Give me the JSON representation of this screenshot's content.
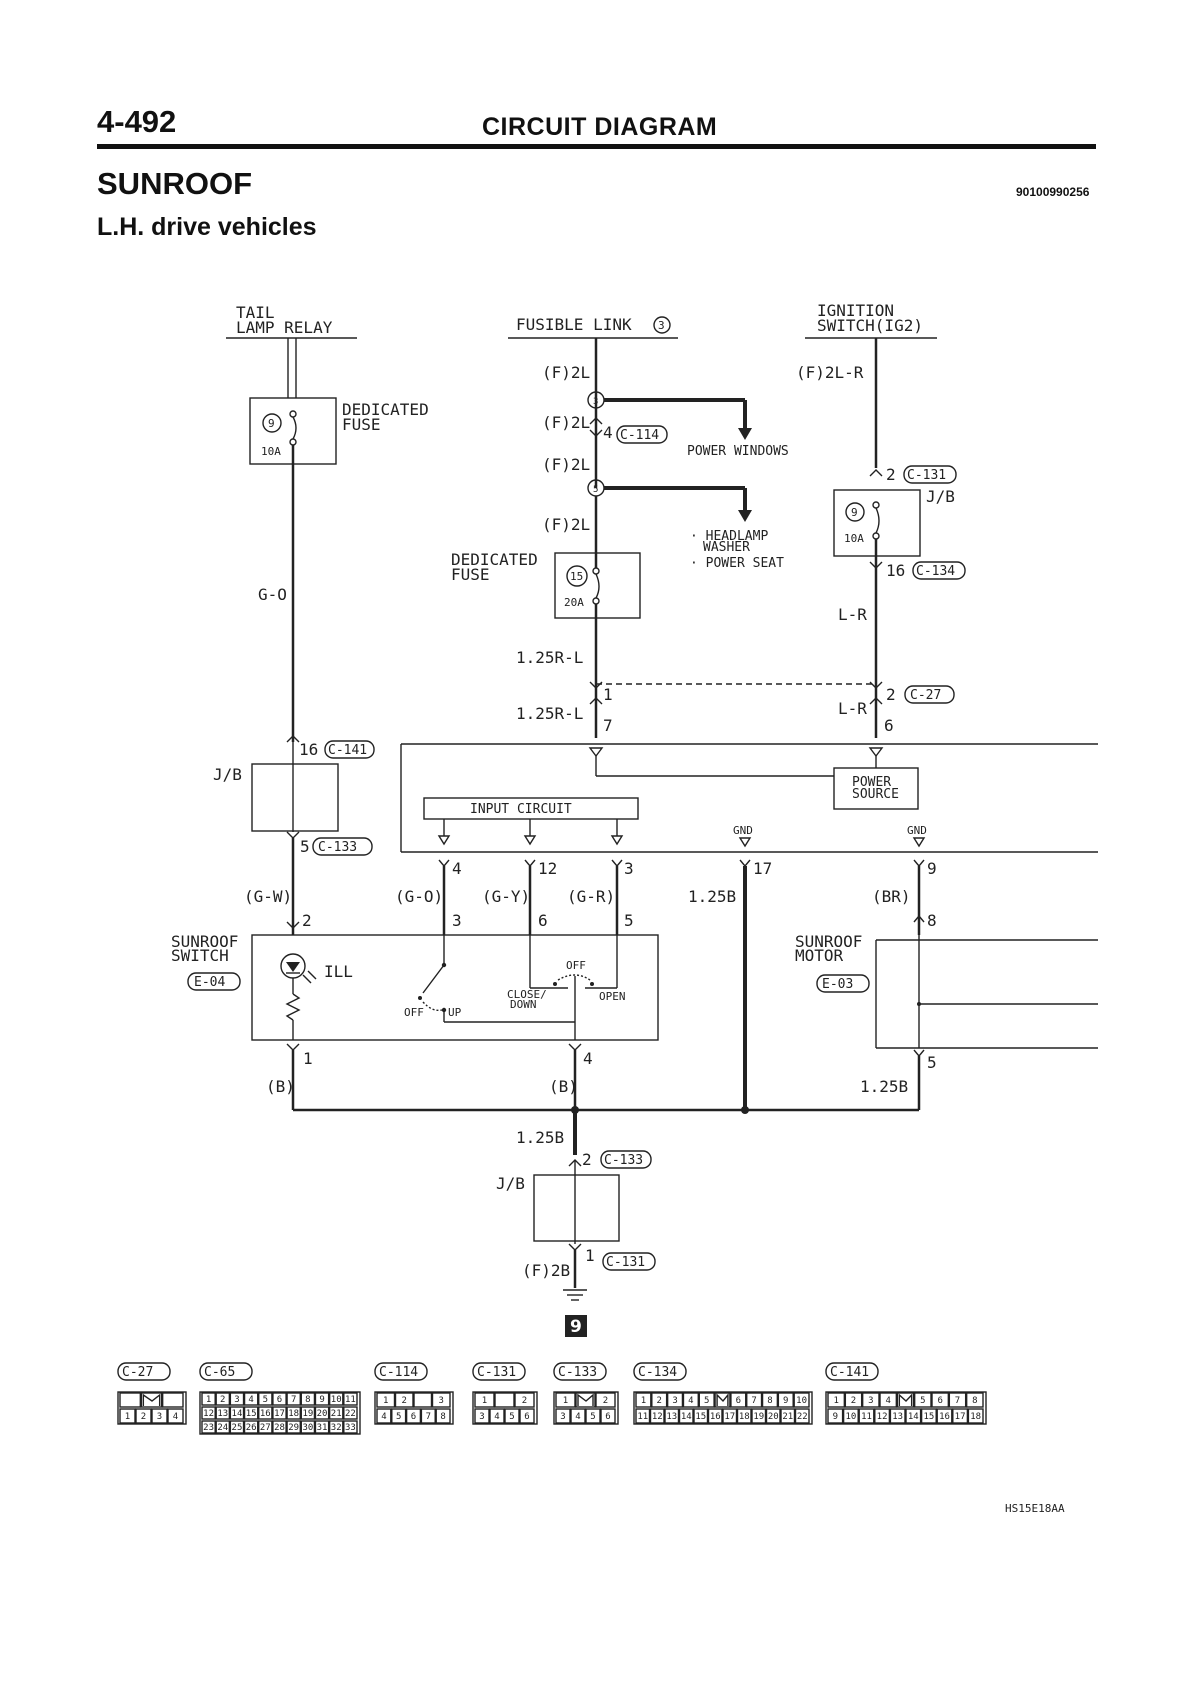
{
  "header": {
    "page_number": "4-492",
    "title": "CIRCUIT DIAGRAM"
  },
  "section": {
    "title": "SUNROOF",
    "code": "90100990256",
    "subtitle": "L.H. drive vehicles"
  },
  "sources": {
    "tail_lamp_relay_1": "TAIL",
    "tail_lamp_relay_2": "LAMP RELAY",
    "fusible_link": "FUSIBLE LINK",
    "fusible_link_no": "3",
    "ignition_1": "IGNITION",
    "ignition_2": "SWITCH(IG2)"
  },
  "fuses": {
    "left_label_1": "DEDICATED",
    "left_label_2": "FUSE",
    "left_no": "9",
    "left_amp": "10A",
    "mid_label_1": "DEDICATED",
    "mid_label_2": "FUSE",
    "mid_no": "15",
    "mid_amp": "20A",
    "right_no": "9",
    "right_amp": "10A",
    "right_jb": "J/B"
  },
  "wires": {
    "f2l_1": "(F)2L",
    "f2l_2": "(F)2L",
    "f2l_3": "(F)2L",
    "f2l_4": "(F)2L",
    "f2lr": "(F)2L-R",
    "go": "G-O",
    "r125l_1": "1.25R-L",
    "r125l_2": "1.25R-L",
    "lr_1": "L-R",
    "lr_2": "L-R",
    "gw": "(G-W)",
    "go2": "(G-O)",
    "gy": "(G-Y)",
    "gr": "(G-R)",
    "b125": "1.25B",
    "br": "(BR)",
    "b_left": "(B)",
    "b_mid": "(B)",
    "b125_right": "1.25B",
    "b125_bottom": "1.25B",
    "f2b": "(F)2B"
  },
  "branches": {
    "power_windows": "POWER WINDOWS",
    "headlamp_1": "· HEADLAMP",
    "headlamp_2": "WASHER",
    "power_seat": "· POWER SEAT",
    "splice_3": "3",
    "splice_5": "5"
  },
  "connectors": {
    "c114_pin": "4",
    "c114": "C-114",
    "c131_pin": "2",
    "c131": "C-131",
    "c134_pin": "16",
    "c134": "C-134",
    "c27_pin1": "1",
    "c27_pin2": "2",
    "c27": "C-27",
    "c27_pin7": "7",
    "c27_pin6": "6",
    "c141_pin": "16",
    "c141": "C-141",
    "c133_pin": "5",
    "c133": "C-133",
    "c133b_pin": "2",
    "c133b": "C-133",
    "c131b_pin": "1",
    "c131b": "C-131"
  },
  "etacs": {
    "input_circuit": "INPUT CIRCUIT",
    "power_source_1": "POWER",
    "power_source_2": "SOURCE",
    "gnd_1": "GND",
    "gnd_2": "GND",
    "pin_4": "4",
    "pin_12": "12",
    "pin_3": "3",
    "pin_17": "17",
    "pin_9": "9"
  },
  "jb": {
    "left": "J/B",
    "bottom": "J/B"
  },
  "sunroof_switch": {
    "label_1": "SUNROOF",
    "label_2": "SWITCH",
    "code": "E-04",
    "pin_2": "2",
    "pin_3": "3",
    "pin_6": "6",
    "pin_5": "5",
    "pin_1": "1",
    "pin_4": "4",
    "ill": "ILL",
    "off_left": "OFF",
    "up": "UP",
    "close_down_1": "CLOSE/",
    "close_down_2": "DOWN",
    "off_top": "OFF",
    "open": "OPEN"
  },
  "sunroof_motor": {
    "label_1": "SUNROOF",
    "label_2": "MOTOR",
    "code": "E-03",
    "pin_8": "8",
    "pin_5": "5"
  },
  "ground": {
    "number": "9"
  },
  "connector_views": [
    {
      "label": "C-27",
      "rows": [
        [
          "",
          "M",
          ""
        ],
        [
          "1",
          "2",
          "3",
          "4"
        ]
      ]
    },
    {
      "label": "C-65",
      "rows": [
        [
          "1",
          "2",
          "3",
          "4",
          "5",
          "6",
          "7",
          "8",
          "9",
          "10",
          "11"
        ],
        [
          "12",
          "13",
          "14",
          "15",
          "16",
          "17",
          "18",
          "19",
          "20",
          "21",
          "22"
        ],
        [
          "23",
          "24",
          "25",
          "26",
          "27",
          "28",
          "29",
          "30",
          "31",
          "32",
          "33"
        ]
      ]
    },
    {
      "label": "C-114",
      "rows": [
        [
          "1",
          "2",
          "",
          "3"
        ],
        [
          "4",
          "5",
          "6",
          "7",
          "8"
        ]
      ]
    },
    {
      "label": "C-131",
      "rows": [
        [
          "1",
          "",
          "2"
        ],
        [
          "3",
          "4",
          "5",
          "6"
        ]
      ]
    },
    {
      "label": "C-133",
      "rows": [
        [
          "1",
          "M",
          "2"
        ],
        [
          "3",
          "4",
          "5",
          "6"
        ]
      ]
    },
    {
      "label": "C-134",
      "rows": [
        [
          "1",
          "2",
          "3",
          "4",
          "5",
          "M",
          "6",
          "7",
          "8",
          "9",
          "10"
        ],
        [
          "11",
          "12",
          "13",
          "14",
          "15",
          "16",
          "17",
          "18",
          "19",
          "20",
          "21",
          "22"
        ]
      ]
    },
    {
      "label": "C-141",
      "rows": [
        [
          "1",
          "2",
          "3",
          "4",
          "M",
          "5",
          "6",
          "7",
          "8"
        ],
        [
          "9",
          "10",
          "11",
          "12",
          "13",
          "14",
          "15",
          "16",
          "17",
          "18"
        ]
      ]
    }
  ],
  "figure_code": "HS15E18AA"
}
